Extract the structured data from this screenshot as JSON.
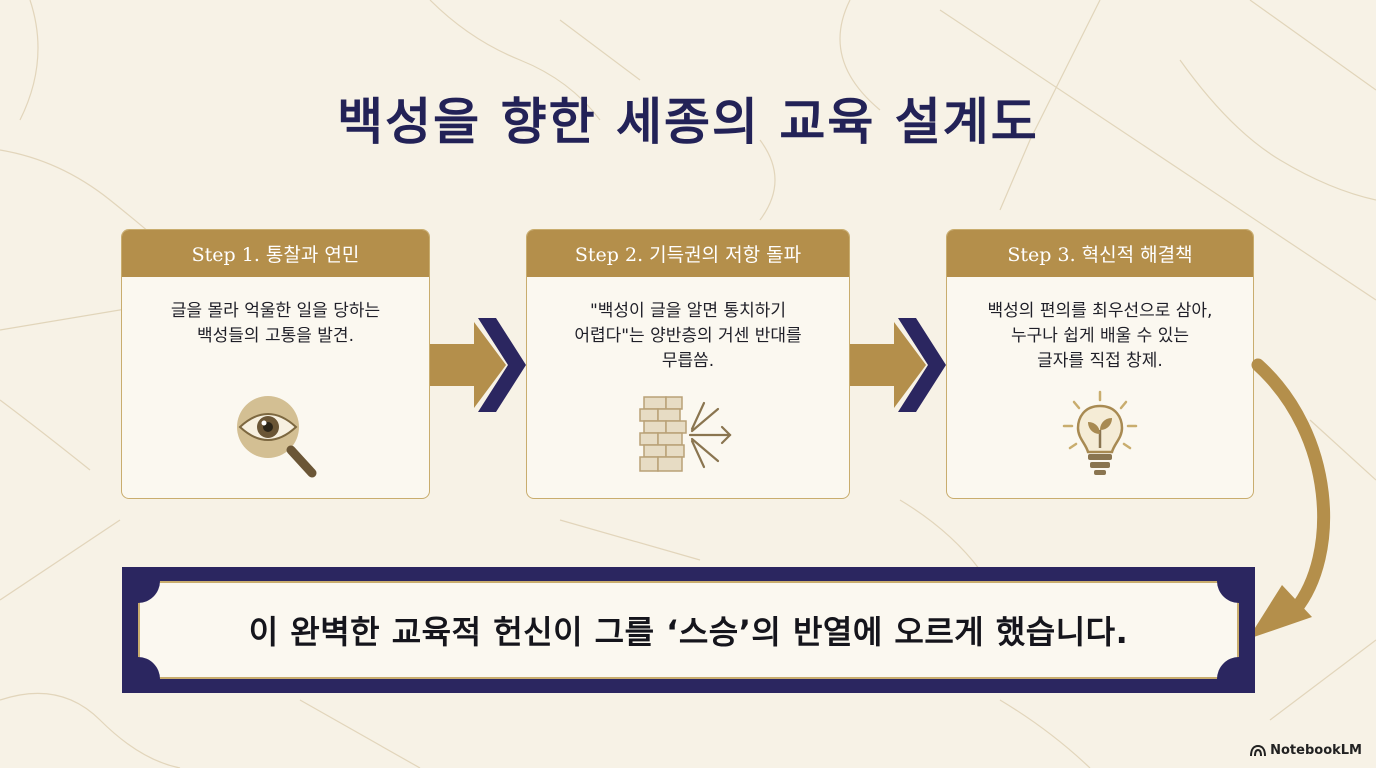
{
  "title": "백성을 향한 세종의 교육 설계도",
  "steps": [
    {
      "header": "Step 1. 통찰과 연민",
      "lines": [
        "글을 몰라 억울한 일을 당하는",
        "백성들의 고통을 발견."
      ],
      "icon": "eye-magnifier-icon"
    },
    {
      "header": "Step 2. 기득권의 저항 돌파",
      "lines": [
        "\"백성이 글을 알면 통치하기",
        "어렵다\"는 양반층의 거센 반대를",
        "무릅씀."
      ],
      "icon": "breaking-wall-icon"
    },
    {
      "header": "Step 3. 혁신적 해결책",
      "lines": [
        "백성의 편의를 최우선으로 삼아,",
        "누구나 쉽게 배울 수 있는",
        "글자를 직접 창제."
      ],
      "icon": "lightbulb-sprout-icon"
    }
  ],
  "conclusion": "이 완벽한 교육적 헌신이 그를 ‘스승’의 반열에 오르게 했습니다.",
  "brand": "NotebookLM",
  "colors": {
    "navy": "#2b2660",
    "gold": "#b48f4b",
    "paper": "#f7f2e6"
  }
}
